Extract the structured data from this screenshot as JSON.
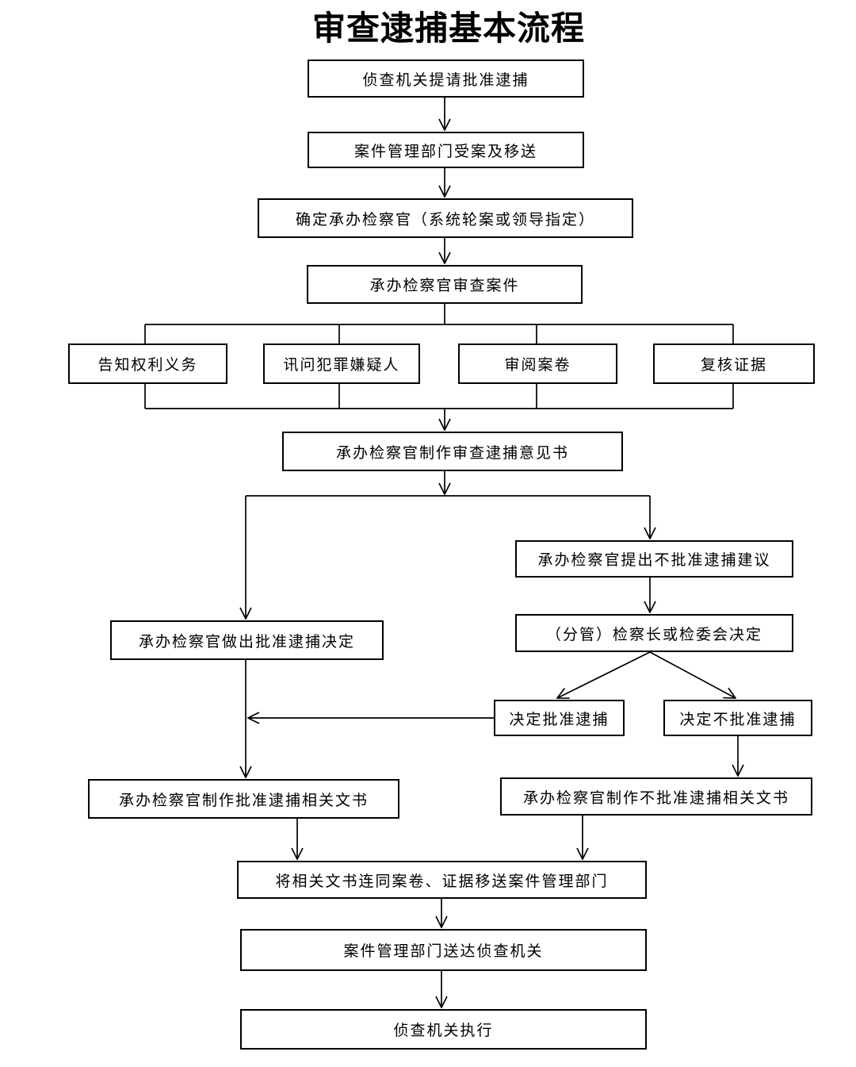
{
  "title": "审查逮捕基本流程",
  "colors": {
    "line": "#000000",
    "background": "#ffffff",
    "text": "#000000"
  },
  "nodes": {
    "request": "侦查机关提请批准逮捕",
    "case_mgmt_accept": "案件管理部门受案及移送",
    "assign_prosecutor": "确定承办检察官（系统轮案或领导指定）",
    "review_case": "承办检察官审查案件",
    "inform_rights": "告知权利义务",
    "interrogate_suspect": "讯问犯罪嫌疑人",
    "review_files": "审阅案卷",
    "verify_evidence": "复核证据",
    "draft_opinion": "承办检察官制作审查逮捕意见书",
    "approve_decision": "承办检察官做出批准逮捕决定",
    "propose_disapproval": "承办检察官提出不批准逮捕建议",
    "chief_decision": "（分管）检察长或检委会决定",
    "decide_approve": "决定批准逮捕",
    "decide_disapprove": "决定不批准逮捕",
    "draft_approval_docs": "承办检察官制作批准逮捕相关文书",
    "draft_disapproval_docs": "承办检察官制作不批准逮捕相关文书",
    "transfer_docs": "将相关文书连同案卷、证据移送案件管理部门",
    "deliver_to_investigator": "案件管理部门送达侦查机关",
    "execute": "侦查机关执行"
  }
}
